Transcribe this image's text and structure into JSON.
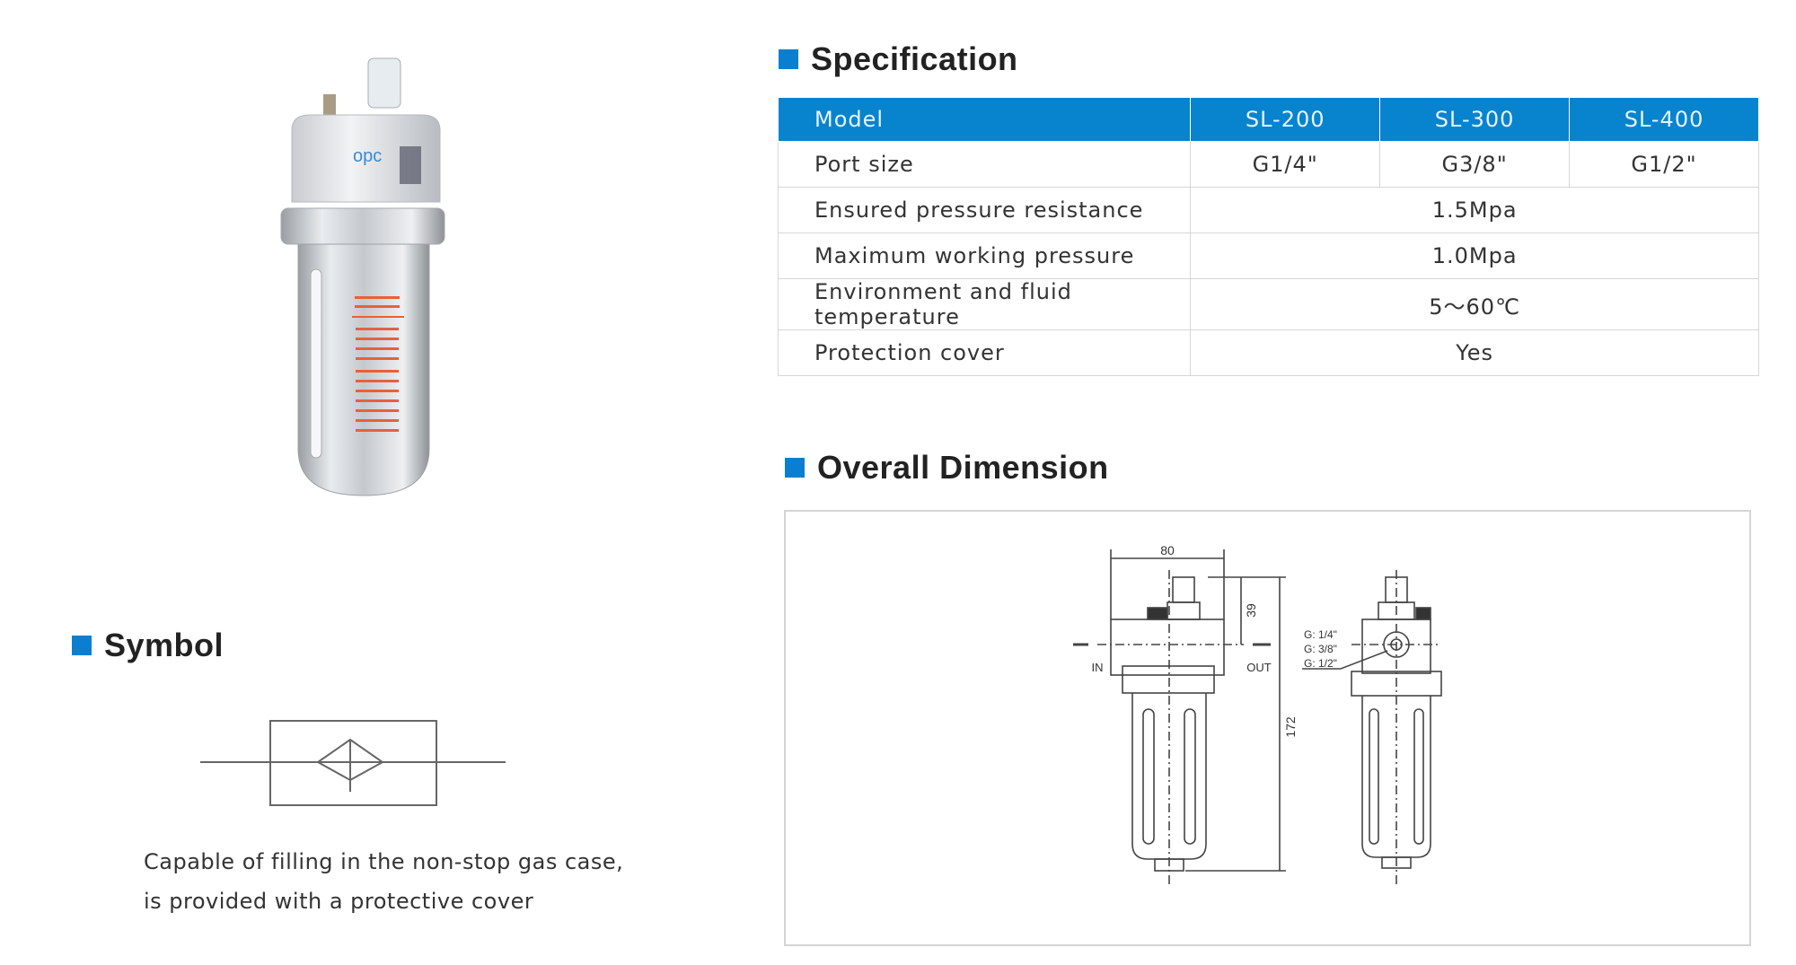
{
  "specification": {
    "title": "Specification",
    "headers": [
      "Model",
      "SL-200",
      "SL-300",
      "SL-400"
    ],
    "port_size": {
      "label": "Port size",
      "values": [
        "G1/4\"",
        "G3/8\"",
        "G1/2\""
      ]
    },
    "rows": [
      {
        "label": "Ensured pressure resistance",
        "value": "1.5Mpa"
      },
      {
        "label": "Maximum working pressure",
        "value": "1.0Mpa"
      },
      {
        "label": "Environment and fluid temperature",
        "value": "5～60℃"
      },
      {
        "label": "Protection cover",
        "value": "Yes"
      }
    ]
  },
  "overall_dimension": {
    "title": "Overall Dimension",
    "width_label": "80",
    "top_height_label": "39",
    "total_height_label": "172",
    "in_label": "IN",
    "out_label": "OUT",
    "port_labels": [
      "G: 1/4\"",
      "G: 3/8\"",
      "G: 1/2\""
    ]
  },
  "symbol": {
    "title": "Symbol",
    "description": [
      "Capable of filling in the non-stop gas case,",
      "is provided with a protective cover"
    ]
  },
  "product": {
    "logo_text": "opc"
  },
  "colors": {
    "accent": "#0884cf",
    "warning_text": "#e8603c"
  }
}
